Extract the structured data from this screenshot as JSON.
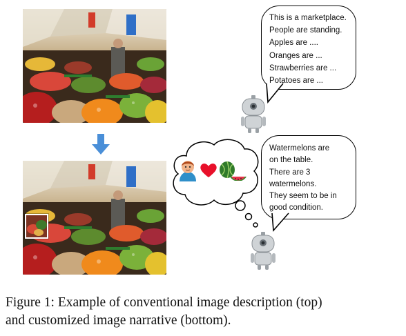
{
  "figure": {
    "top_bubble": {
      "lines": [
        "This is a marketplace.",
        "People are standing.",
        "Apples are ....",
        "Oranges are ...",
        "Strawberries are ...",
        "Potatoes are ..."
      ]
    },
    "bottom_bubble": {
      "lines": [
        "Watermelons are",
        "on the table.",
        "There are 3",
        "watermelons.",
        "They seem to be in",
        "good condition."
      ]
    },
    "thought_icons": [
      "person-avatar-icon",
      "heart-icon",
      "watermelon-icon"
    ],
    "colors": {
      "arrow": "#4a8fd8",
      "heart": "#e8102a",
      "robot_body": "#cfd3d6"
    }
  },
  "caption": {
    "line1": "Figure 1: Example of conventional image description (top)",
    "line2": "and customized image narrative (bottom)."
  }
}
